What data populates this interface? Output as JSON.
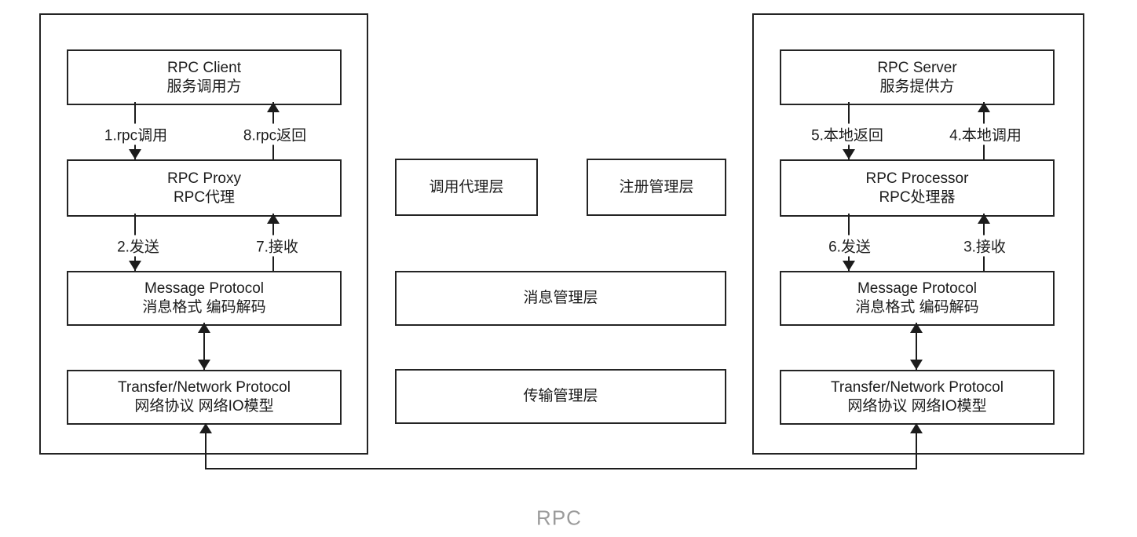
{
  "caption": "RPC",
  "colors": {
    "line": "#1c1c1c",
    "caption": "#9b9b9b",
    "background": "#ffffff"
  },
  "client": {
    "boxes": [
      {
        "title": "RPC Client",
        "subtitle": "服务调用方"
      },
      {
        "title": "RPC Proxy",
        "subtitle": "RPC代理"
      },
      {
        "title": "Message Protocol",
        "subtitle": "消息格式 编码解码"
      },
      {
        "title": "Transfer/Network Protocol",
        "subtitle": "网络协议 网络IO模型"
      }
    ],
    "flow_labels": {
      "call": "1.rpc调用",
      "return": "8.rpc返回",
      "send": "2.发送",
      "receive": "7.接收"
    }
  },
  "layers": {
    "proxy": "调用代理层",
    "registry": "注册管理层",
    "message": "消息管理层",
    "transport": "传输管理层"
  },
  "server": {
    "boxes": [
      {
        "title": "RPC Server",
        "subtitle": "服务提供方"
      },
      {
        "title": "RPC Processor",
        "subtitle": "RPC处理器"
      },
      {
        "title": "Message Protocol",
        "subtitle": "消息格式 编码解码"
      },
      {
        "title": "Transfer/Network Protocol",
        "subtitle": "网络协议 网络IO模型"
      }
    ],
    "flow_labels": {
      "local_return": "5.本地返回",
      "local_call": "4.本地调用",
      "send": "6.发送",
      "receive": "3.接收"
    }
  }
}
